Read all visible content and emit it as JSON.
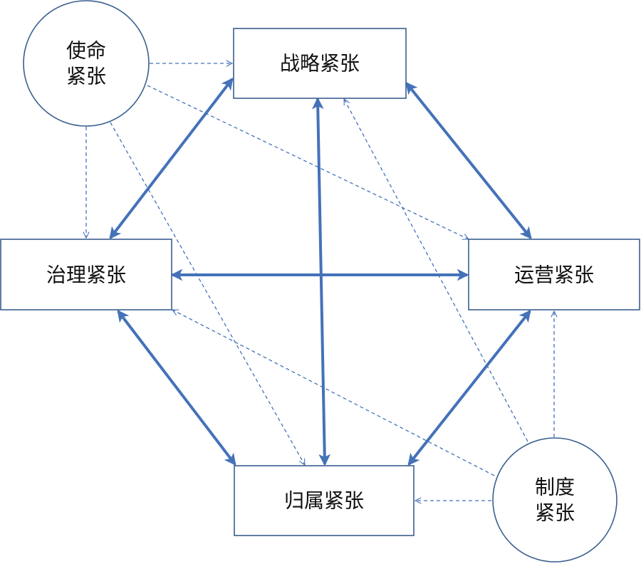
{
  "nodes": {
    "strategy": "战略紧张",
    "governance": "治理紧张",
    "operations": "运营紧张",
    "belonging": "归属紧张",
    "mission": {
      "line1": "使命",
      "line2": "紧张"
    },
    "institution": {
      "line1": "制度",
      "line2": "紧张"
    }
  },
  "colors": {
    "arrow": "#4472b8",
    "border": "#3a5f8f",
    "text": "#111111",
    "background": "#ffffff"
  }
}
